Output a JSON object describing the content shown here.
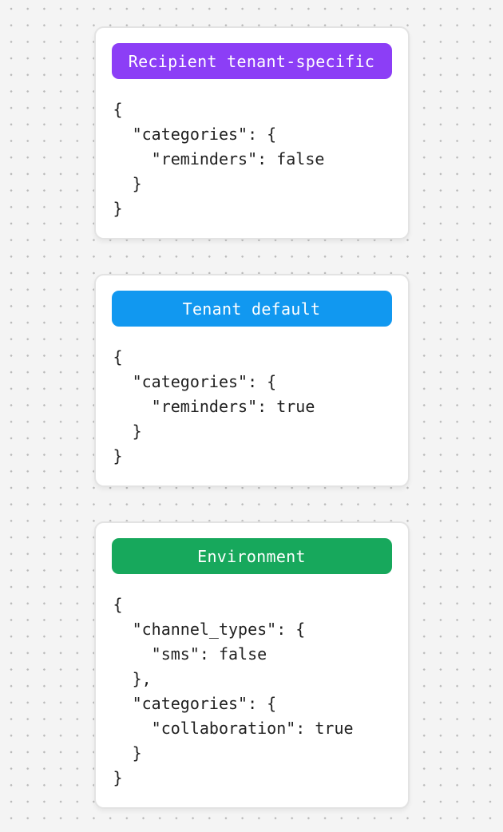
{
  "canvas": {
    "background_color": "#f4f4f4",
    "dot_color": "#b9b9b9",
    "card_background": "#ffffff",
    "card_border_color": "#e3e3e3",
    "code_text_color": "#212121"
  },
  "cards": [
    {
      "badge": {
        "label": "Recipient tenant-specific",
        "color": "#8c3ef6",
        "text_color": "#ffffff"
      },
      "code": "{\n  \"categories\": {\n    \"reminders\": false\n  }\n}"
    },
    {
      "badge": {
        "label": "Tenant default",
        "color": "#1198f0",
        "text_color": "#ffffff"
      },
      "code": "{\n  \"categories\": {\n    \"reminders\": true\n  }\n}"
    },
    {
      "badge": {
        "label": "Environment",
        "color": "#17a85c",
        "text_color": "#ffffff"
      },
      "code": "{\n  \"channel_types\": {\n    \"sms\": false\n  },\n  \"categories\": {\n    \"collaboration\": true\n  }\n}"
    }
  ]
}
